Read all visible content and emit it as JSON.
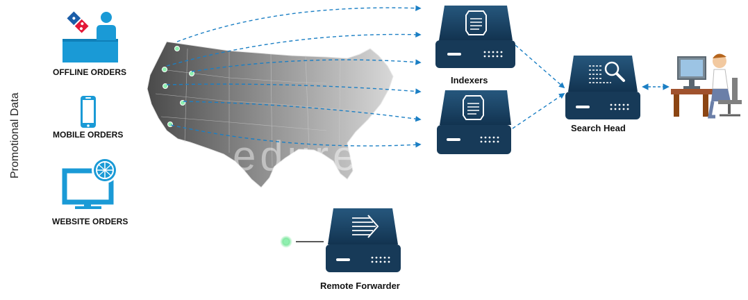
{
  "diagram": {
    "side_label": "Promotional Data",
    "sources": [
      {
        "label": "OFFLINE ORDERS",
        "icon": "store-counter-icon"
      },
      {
        "label": "MOBILE ORDERS",
        "icon": "smartphone-icon"
      },
      {
        "label": "WEBSITE ORDERS",
        "icon": "monitor-globe-icon"
      }
    ],
    "nodes": {
      "indexers": "Indexers",
      "search_head": "Search Head",
      "remote_forwarder": "Remote Forwarder"
    },
    "watermark": "edureka!",
    "colors": {
      "server_dark": "#173a58",
      "server_mid": "#1f4e72",
      "accent_blue": "#1a9ad6",
      "arrow_blue": "#1b7fc4",
      "dot_green": "#8ef0b0"
    }
  }
}
